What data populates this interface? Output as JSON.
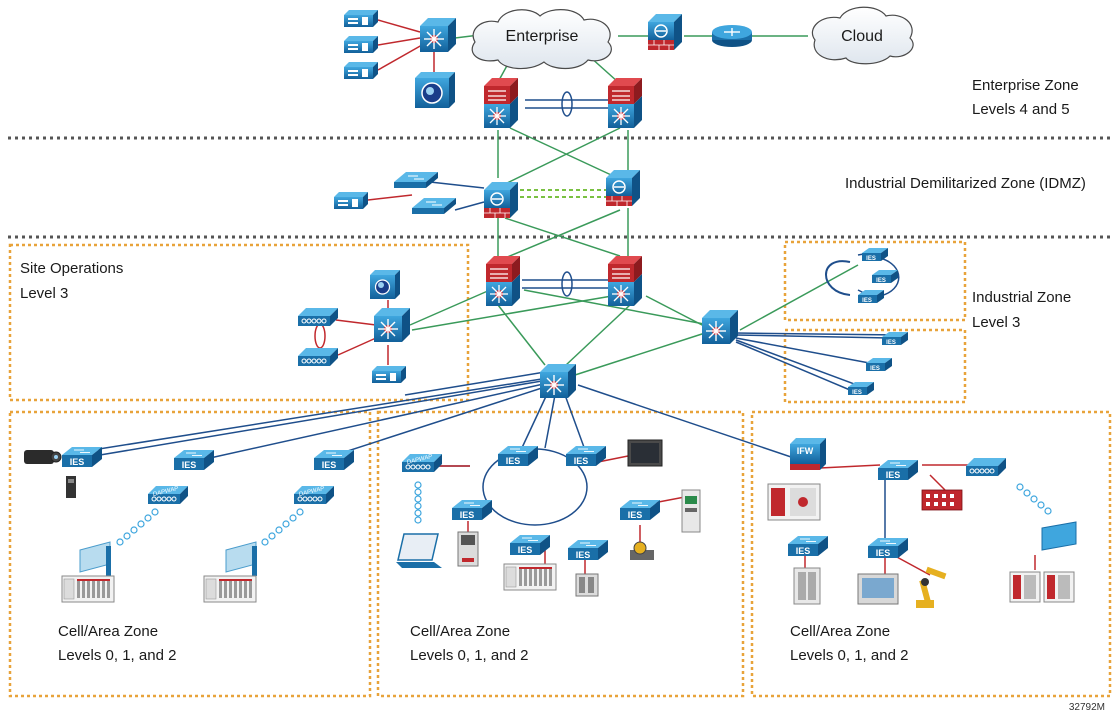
{
  "clouds": {
    "enterprise": "Enterprise",
    "cloud": "Cloud"
  },
  "zones": {
    "enterprise_title": "Enterprise Zone",
    "enterprise_levels": "Levels 4 and 5",
    "idmz_title": "Industrial Demilitarized Zone (IDMZ)",
    "site_ops_title": "Site Operations",
    "site_ops_level": "Level 3",
    "industrial_title": "Industrial Zone",
    "industrial_level": "Level 3",
    "cell1_title": "Cell/Area Zone",
    "cell1_levels": "Levels 0, 1, and 2",
    "cell2_title": "Cell/Area Zone",
    "cell2_levels": "Levels 0, 1, and 2",
    "cell3_title": "Cell/Area Zone",
    "cell3_levels": "Levels 0, 1, and 2"
  },
  "device_labels": {
    "ies": "IES",
    "dapwap": "DAPWAP",
    "ifw": "IFW"
  },
  "figure_id": "32792M",
  "colors": {
    "link_green": "#3a9a5a",
    "link_blue": "#1f4e8c",
    "link_red": "#c0282d",
    "zone_border": "#e8a33a",
    "divider": "#555555",
    "device_blue": "#1c79b8",
    "firewall_red": "#c0282d"
  }
}
